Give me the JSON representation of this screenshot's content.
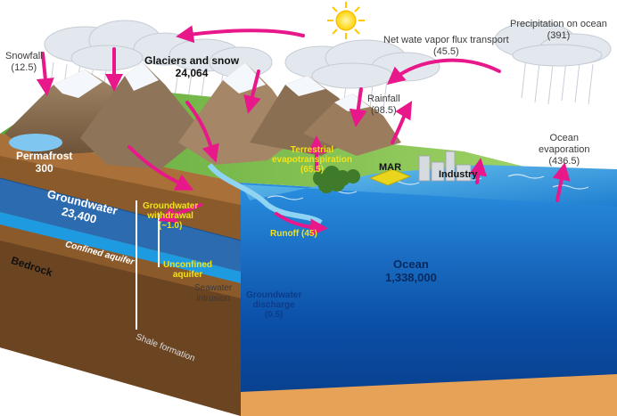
{
  "sun": {
    "icon": "sun-icon"
  },
  "labels": {
    "snowfall": {
      "name": "Snowfall",
      "value": "(12.5)"
    },
    "glaciers": {
      "name": "Glaciers and snow",
      "value": "24,064"
    },
    "vapor": {
      "name": "Net wate vapor flux transport",
      "value": "(45.5)"
    },
    "precip_ocean": {
      "name": "Precipitation on ocean",
      "value": "(391)"
    },
    "rainfall": {
      "name": "Rainfall",
      "value": "(98.5)"
    },
    "terrestrial": {
      "line1": "Terrestrial",
      "line2": "evapotranspiration",
      "value": "(65.5)"
    },
    "mar": "MAR",
    "industry": "Industry",
    "ocean_evap": {
      "line1": "Ocean",
      "line2": "evaporation",
      "value": "(436.5)"
    },
    "permafrost": {
      "name": "Permafrost",
      "value": "300"
    },
    "groundwater": {
      "name": "Groundwater",
      "value": "23,400"
    },
    "confined": "Confined aquifer",
    "bedrock": "Bedrock",
    "gw_withdrawal": {
      "line1": "Groundwater",
      "line2": "withdrawal",
      "value": "(~1.0)"
    },
    "runoff": "Runoff (45)",
    "unconfined": {
      "line1": "Unconfined",
      "line2": "aquifer"
    },
    "seawater": {
      "line1": "Seawater",
      "line2": "intrusion"
    },
    "gw_discharge": {
      "line1": "Groundwater",
      "line2": "discharge",
      "value": "(0.5)"
    },
    "ocean": {
      "name": "Ocean",
      "value": "1,338,000"
    },
    "shale": "Shale formation"
  },
  "colors": {
    "arrow": "#e8178a",
    "ocean_top": "#1f7fd0",
    "ocean_face": "#0b4fa8",
    "soil": "#8a5a2b",
    "groundwater": "#2d6bb0",
    "confined_aquifer": "#1e9be0",
    "land": "#7cc04a",
    "label_yellow": "#f2e21a",
    "label_blue": "#0d3c8a"
  }
}
